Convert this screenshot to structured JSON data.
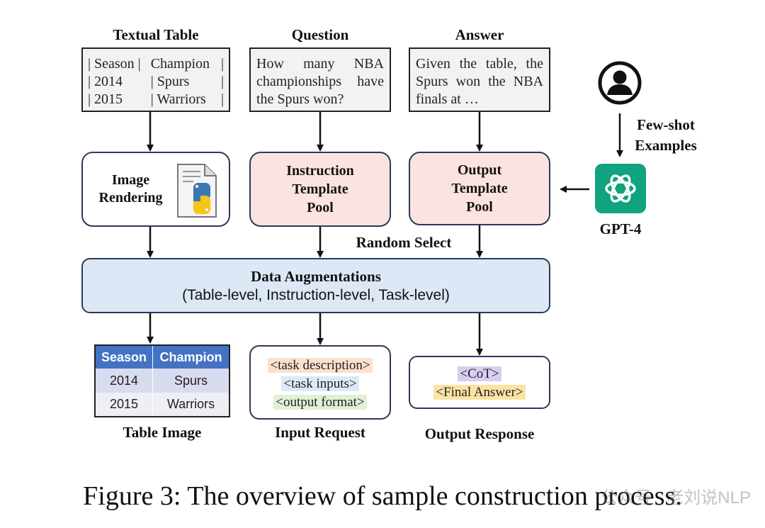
{
  "headers": {
    "textual_table": "Textual Table",
    "question": "Question",
    "answer": "Answer"
  },
  "textual_table": {
    "rows": [
      [
        "| Season |",
        "Champion",
        "|"
      ],
      [
        "| 2014",
        "| Spurs",
        "|"
      ],
      [
        "| 2015",
        "| Warriors",
        "|"
      ]
    ]
  },
  "question_text": "How many NBA championships have the Spurs won?",
  "answer_text": "Given the table, the Spurs won the NBA finals at …",
  "image_rendering": {
    "line1": "Image",
    "line2": "Rendering",
    "icon": "python-document-icon"
  },
  "instruction_pool": {
    "line1": "Instruction",
    "line2": "Template",
    "line3": "Pool"
  },
  "output_pool": {
    "line1": "Output",
    "line2": "Template",
    "line3": "Pool"
  },
  "few_shot": {
    "line1": "Few-shot",
    "line2": "Examples"
  },
  "user_icon": "user-avatar-icon",
  "gpt": {
    "label": "GPT-4",
    "icon": "openai-logo-icon",
    "color": "#10a37f"
  },
  "random_select": "Random Select",
  "augmentation": {
    "title": "Data Augmentations",
    "subtitle": "(Table-level, Instruction-level, Task-level)"
  },
  "table_image": {
    "headers": [
      "Season",
      "Champion"
    ],
    "rows": [
      [
        "2014",
        "Spurs"
      ],
      [
        "2015",
        "Warriors"
      ]
    ],
    "label": "Table Image",
    "header_color": "#4472c4",
    "row1_color": "#d9dcef",
    "row2_color": "#eeeff5"
  },
  "input_request": {
    "tags": [
      "<task description>",
      "<task inputs>",
      "<output format>"
    ],
    "tag_colors": [
      "#fbe0cf",
      "#dce9f6",
      "#dff0d4"
    ],
    "label": "Input Request"
  },
  "output_response": {
    "tags": [
      "<CoT>",
      "<Final Answer>"
    ],
    "tag_colors": [
      "#d9cdf0",
      "#fbe3a4"
    ],
    "label": "Output Response"
  },
  "caption": "Figure 3: The overview of sample construction process.",
  "watermark": "公众号 · 老刘说NLP"
}
